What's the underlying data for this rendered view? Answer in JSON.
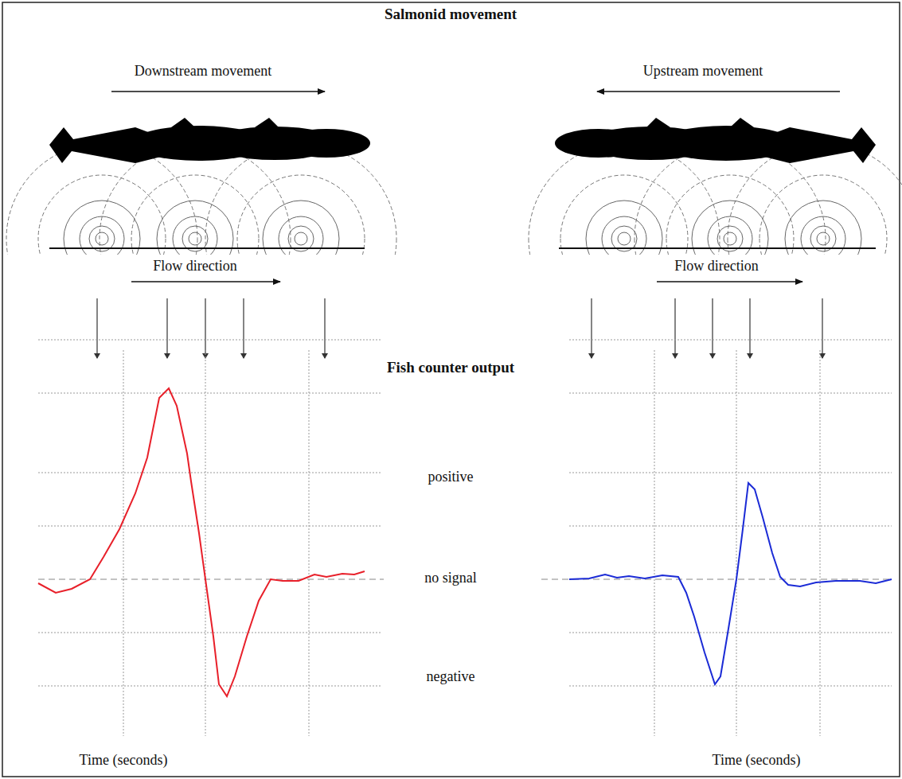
{
  "diagram": {
    "title": "Salmonid movement",
    "labels": [
      "Downstream movement",
      "Upstream movement",
      "Flow direction",
      "Flow direction",
      "Fish counter output",
      "positive",
      "no signal",
      "negative",
      "Time (seconds)",
      "Time (seconds)"
    ]
  }
}
